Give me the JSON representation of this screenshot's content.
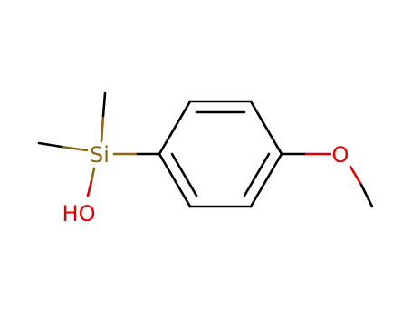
{
  "molecule": {
    "atoms": {
      "silicon": {
        "label": "Si",
        "color": "#8b6914"
      },
      "hydroxyl": {
        "label": "HO",
        "color": "#e00000"
      },
      "ether_oxygen": {
        "label": "O",
        "color": "#e00000"
      }
    },
    "bond_color": "#000000",
    "background": "#ffffff"
  }
}
